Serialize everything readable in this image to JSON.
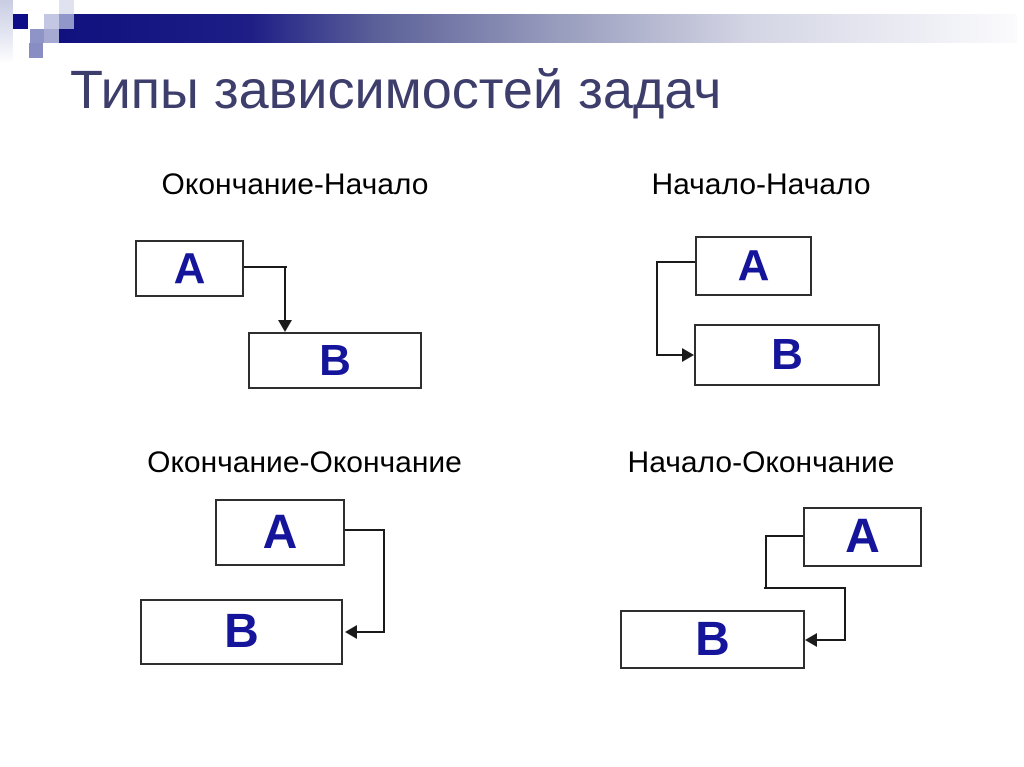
{
  "slide": {
    "title": "Типы зависимостей задач"
  },
  "colors": {
    "background": "#ffffff",
    "title_text": "#3e3e6c",
    "header_bar_dark": "#10107f",
    "header_bar_light": "#fbfbfd",
    "deco_square_dark": "#0d0d87",
    "deco_square_medium": "#9297c9",
    "deco_square_light": "#c4c7e3",
    "label_text": "#000000",
    "task_letter": "#15159b",
    "box_border": "#2e2e2e",
    "connector": "#1a1a1a"
  },
  "diagrams": [
    {
      "id": "finish-start",
      "label": "Окончание-Начало",
      "box_a": "А",
      "box_b": "В"
    },
    {
      "id": "start-start",
      "label": "Начало-Начало",
      "box_a": "А",
      "box_b": "В"
    },
    {
      "id": "finish-finish",
      "label": "Окончание-Окончание",
      "box_a": "А",
      "box_b": "В"
    },
    {
      "id": "start-finish",
      "label": "Начало-Окончание",
      "box_a": "А",
      "box_b": "В"
    }
  ]
}
